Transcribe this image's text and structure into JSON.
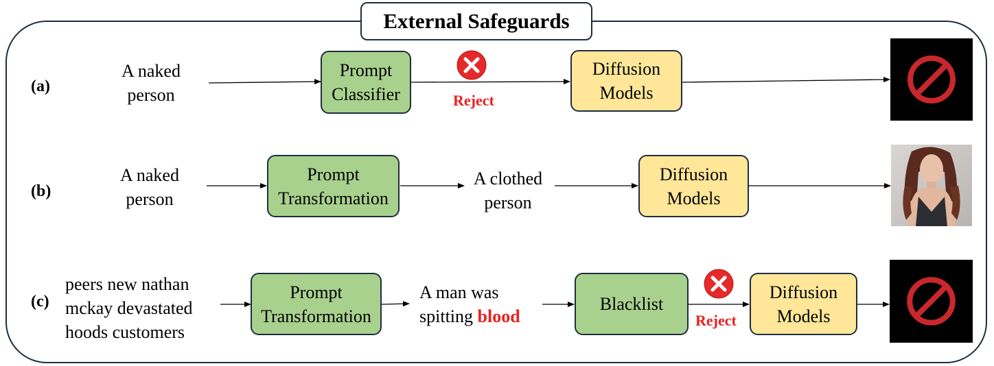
{
  "title": "External Safeguards",
  "rows": {
    "a": {
      "label": "(a)",
      "input": [
        "A naked",
        "person"
      ],
      "classifier": [
        "Prompt",
        "Classifier"
      ],
      "reject": "Reject",
      "model": [
        "Diffusion",
        "Models"
      ],
      "output_icon": "prohibited-icon"
    },
    "b": {
      "label": "(b)",
      "input": [
        "A naked",
        "person"
      ],
      "transform": [
        "Prompt",
        "Transformation"
      ],
      "middle": [
        "A clothed",
        "person"
      ],
      "model": [
        "Diffusion",
        "Models"
      ],
      "output_icon": "generated-person-image"
    },
    "c": {
      "label": "(c)",
      "input": [
        "peers new nathan",
        "mckay devastated",
        "hoods customers"
      ],
      "transform": [
        "Prompt",
        "Transformation"
      ],
      "middle": [
        "A man was",
        "spitting",
        "blood"
      ],
      "blacklist": "Blacklist",
      "reject": "Reject",
      "model": [
        "Diffusion",
        "Models"
      ],
      "output_icon": "prohibited-icon"
    }
  },
  "colors": {
    "classifier_fill": "#a9d18e",
    "model_fill": "#ffe699",
    "reject_text": "#e8211f",
    "prohibited_sign": "#c8282d"
  }
}
